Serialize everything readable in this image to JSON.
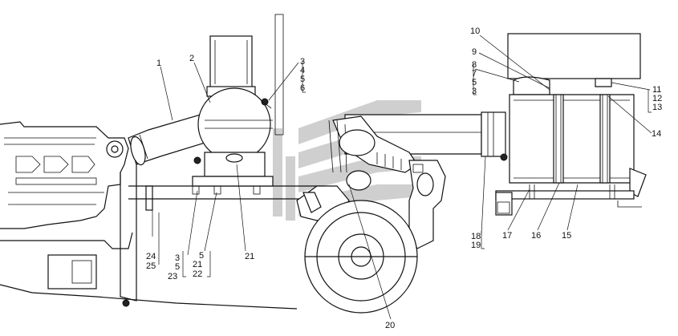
{
  "callouts": {
    "c1": "1",
    "c2": "2",
    "c3": "3",
    "c4": "4",
    "c5": "5",
    "c6": "6",
    "c10": "10",
    "c9": "9",
    "c8": "8",
    "c7": "7",
    "c5b": "5",
    "c3b": "3",
    "c11": "11",
    "c12": "12",
    "c13": "13",
    "c14": "14",
    "c15": "15",
    "c16": "16",
    "c17": "17",
    "c18": "18",
    "c19": "19",
    "c20": "20",
    "c21": "21",
    "c24": "24",
    "c25": "25",
    "c3c": "3",
    "c5c": "5",
    "c23": "23",
    "c5d": "5",
    "c21b": "21",
    "c22": "22"
  }
}
